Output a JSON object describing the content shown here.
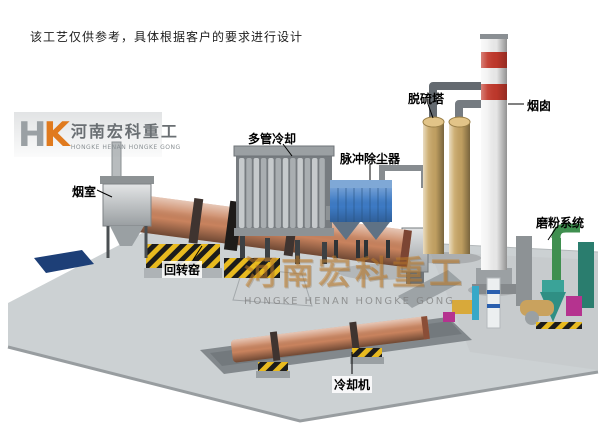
{
  "disclaimer": "该工艺仅供参考，具体根据客户的要求进行设计",
  "logo": {
    "monogram_h": "H",
    "monogram_k": "K",
    "name_cn": "河南宏科重工",
    "name_en": "HONGKE HENAN HONGKE GONG"
  },
  "watermark": {
    "cn": "河南宏科重工",
    "en": "HONGKE HENAN HONGKE GONG"
  },
  "labels": {
    "smoke_chamber": "烟室",
    "multi_tube_cooler": "多管冷却",
    "pulse_dust_collector": "脉冲除尘器",
    "desulfurization_tower": "脱硫塔",
    "chimney": "烟囱",
    "grinding_system": "磨粉系统",
    "rotary_kiln": "回转窑",
    "cooling_machine": "冷却机"
  },
  "colors": {
    "kiln": "#c9835e",
    "dust": "#3d7ac4",
    "tower": "#c9a766",
    "band": "#c2392c",
    "platform": "#ccd1d3",
    "hazard": "#e8ba1f"
  }
}
